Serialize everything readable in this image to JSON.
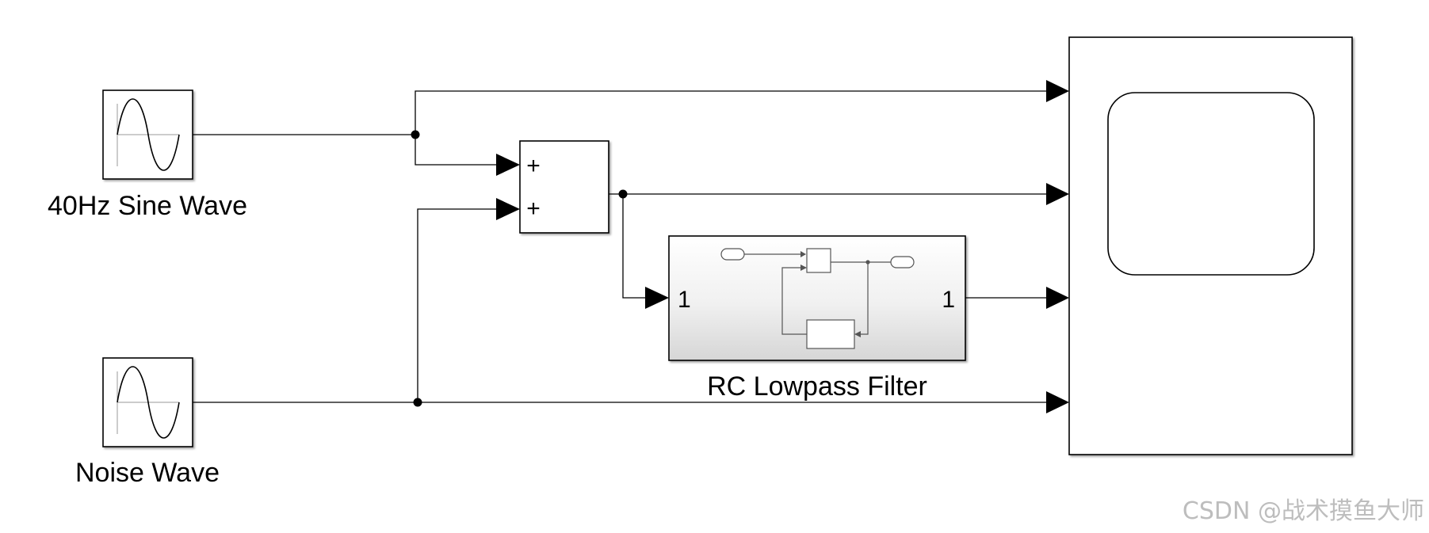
{
  "blocks": {
    "sine": {
      "label": "40Hz Sine Wave"
    },
    "noise": {
      "label": "Noise Wave"
    },
    "sum": {
      "signs": [
        "+",
        "+"
      ]
    },
    "filter": {
      "label": "RC Lowpass Filter",
      "in_port": "1",
      "out_port": "1"
    }
  },
  "watermark": "CSDN @战术摸鱼大师"
}
